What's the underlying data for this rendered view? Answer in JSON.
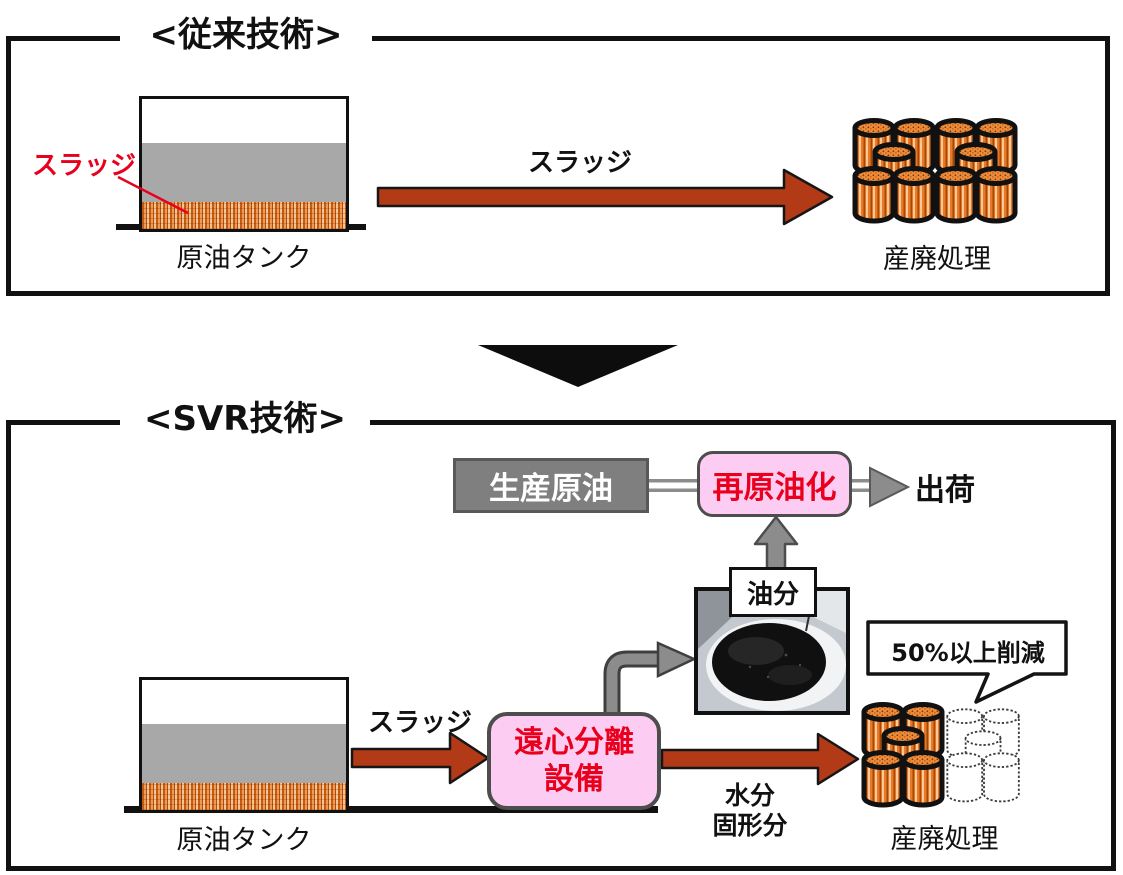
{
  "colors": {
    "sludge_arrow_red": "#b23a17",
    "accent_red": "#e8001d",
    "highlight_pink": "#fdccf2",
    "process_gray": "#7f7f7f",
    "drum_orange": "#e8782a",
    "tank_liquid_gray": "#a8a8a8"
  },
  "conventional": {
    "title": "<従来技術>",
    "sludge_callout": "スラッジ",
    "tank_label": "原油タンク",
    "arrow_label": "スラッジ",
    "disposal_label": "産廃処理"
  },
  "svr": {
    "title": "<SVR技術>",
    "production_crude_label": "生産原油",
    "re_crude_label": "再原油化",
    "shipping_label": "出荷",
    "oil_label": "油分",
    "reduction_note": "50%以上削減",
    "sludge_arrow_label": "スラッジ",
    "centrifuge_line1": "遠心分離",
    "centrifuge_line2": "設備",
    "water_label": "水分",
    "solids_label": "固形分",
    "tank_label": "原油タンク",
    "disposal_label": "産廃処理"
  }
}
